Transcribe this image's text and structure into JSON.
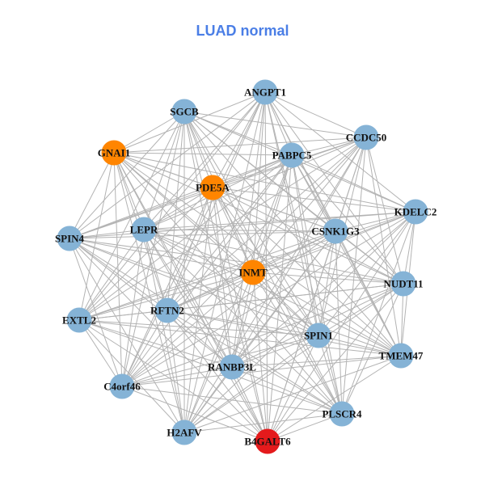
{
  "title": "LUAD normal",
  "colors": {
    "title": "#4a7ee6",
    "edge": "#b3b3b3",
    "node_default": "#85b3d6",
    "node_orange": "#ff8500",
    "node_red": "#e41a1c"
  },
  "nodes": [
    {
      "id": "ANGPT1",
      "label": "ANGPT1",
      "color": "node_default"
    },
    {
      "id": "SGCB",
      "label": "SGCB",
      "color": "node_default"
    },
    {
      "id": "CCDC50",
      "label": "CCDC50",
      "color": "node_default"
    },
    {
      "id": "GNAI1",
      "label": "GNAI1",
      "color": "node_orange"
    },
    {
      "id": "PABPC5",
      "label": "PABPC5",
      "color": "node_default"
    },
    {
      "id": "PDE5A",
      "label": "PDE5A",
      "color": "node_orange"
    },
    {
      "id": "KDELC2",
      "label": "KDELC2",
      "color": "node_default"
    },
    {
      "id": "LEPR",
      "label": "LEPR",
      "color": "node_default"
    },
    {
      "id": "CSNK1G3",
      "label": "CSNK1G3",
      "color": "node_default"
    },
    {
      "id": "SPIN4",
      "label": "SPIN4",
      "color": "node_default"
    },
    {
      "id": "INMT",
      "label": "INMT",
      "color": "node_orange"
    },
    {
      "id": "NUDT11",
      "label": "NUDT11",
      "color": "node_default"
    },
    {
      "id": "RFTN2",
      "label": "RFTN2",
      "color": "node_default"
    },
    {
      "id": "EXTL2",
      "label": "EXTL2",
      "color": "node_default"
    },
    {
      "id": "SPIN1",
      "label": "SPIN1",
      "color": "node_default"
    },
    {
      "id": "TMEM47",
      "label": "TMEM47",
      "color": "node_default"
    },
    {
      "id": "RANBP3L",
      "label": "RANBP3L",
      "color": "node_default"
    },
    {
      "id": "C4orf46",
      "label": "C4orf46",
      "color": "node_default"
    },
    {
      "id": "PLSCR4",
      "label": "PLSCR4",
      "color": "node_default"
    },
    {
      "id": "H2AFV",
      "label": "H2AFV",
      "color": "node_default"
    },
    {
      "id": "B4GALT6",
      "label": "B4GALT6",
      "color": "node_red"
    }
  ]
}
